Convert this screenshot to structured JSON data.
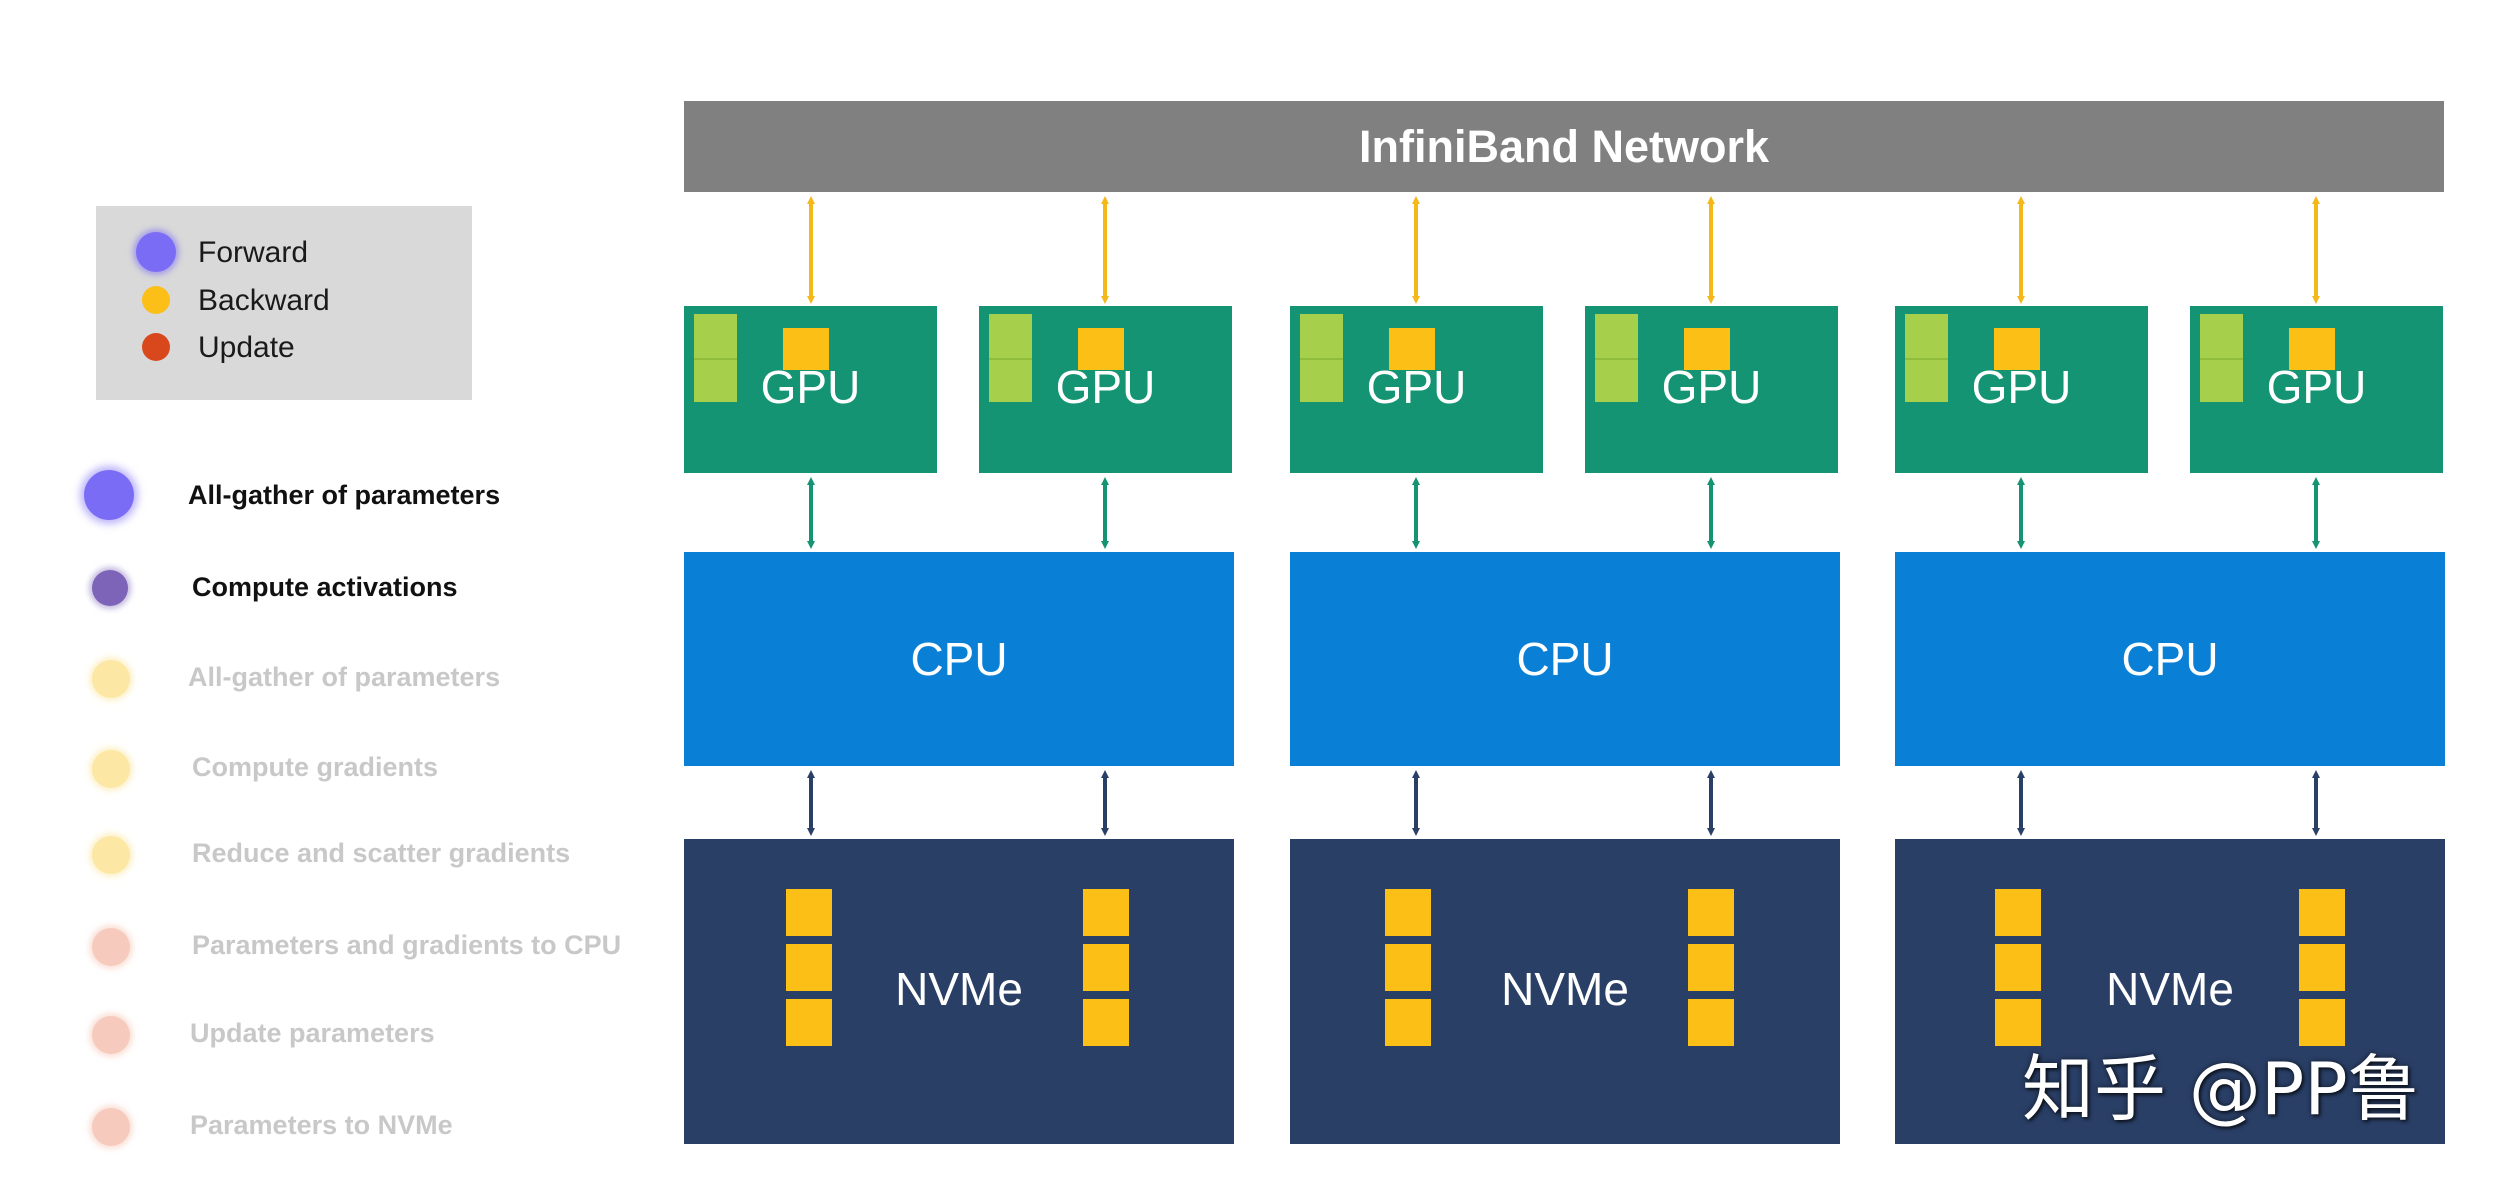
{
  "legend": {
    "items": [
      {
        "label": "Forward",
        "color": "#7b6cf5"
      },
      {
        "label": "Backward",
        "color": "#fbbf17"
      },
      {
        "label": "Update",
        "color": "#d9481c"
      }
    ]
  },
  "steps": [
    {
      "label": "All-gather of parameters",
      "color": "#7b6cf5",
      "state": "active"
    },
    {
      "label": "Compute activations",
      "color": "#7d64b8",
      "state": "active"
    },
    {
      "label": "All-gather of parameters",
      "color": "#fce7a4",
      "state": "faded"
    },
    {
      "label": "Compute gradients",
      "color": "#fce7a4",
      "state": "faded"
    },
    {
      "label": "Reduce and scatter gradients",
      "color": "#fce7a4",
      "state": "faded"
    },
    {
      "label": "Parameters and gradients to CPU",
      "color": "#f6cbbd",
      "state": "faded"
    },
    {
      "label": "Update parameters",
      "color": "#f6cbbd",
      "state": "faded"
    },
    {
      "label": "Parameters to NVMe",
      "color": "#f6cbbd",
      "state": "faded"
    }
  ],
  "network": {
    "label": "InfiniBand Network",
    "color": "#808080"
  },
  "gpus": [
    {
      "label": "GPU"
    },
    {
      "label": "GPU"
    },
    {
      "label": "GPU"
    },
    {
      "label": "GPU"
    },
    {
      "label": "GPU"
    },
    {
      "label": "GPU"
    }
  ],
  "cpus": [
    {
      "label": "CPU"
    },
    {
      "label": "CPU"
    },
    {
      "label": "CPU"
    }
  ],
  "nvmes": [
    {
      "label": "NVMe"
    },
    {
      "label": "NVMe"
    },
    {
      "label": "NVMe"
    }
  ],
  "colors": {
    "gpu": "#149472",
    "cpu": "#0a7fd6",
    "nvme": "#2a3f66",
    "param_block": "#fcbf16",
    "shard_block": "#a6d04b",
    "net_arrow": "#f5b81b",
    "gpu_cpu_arrow": "#149472",
    "cpu_nvme_arrow": "#2a3f66"
  },
  "watermark": "知乎 @PP鲁"
}
